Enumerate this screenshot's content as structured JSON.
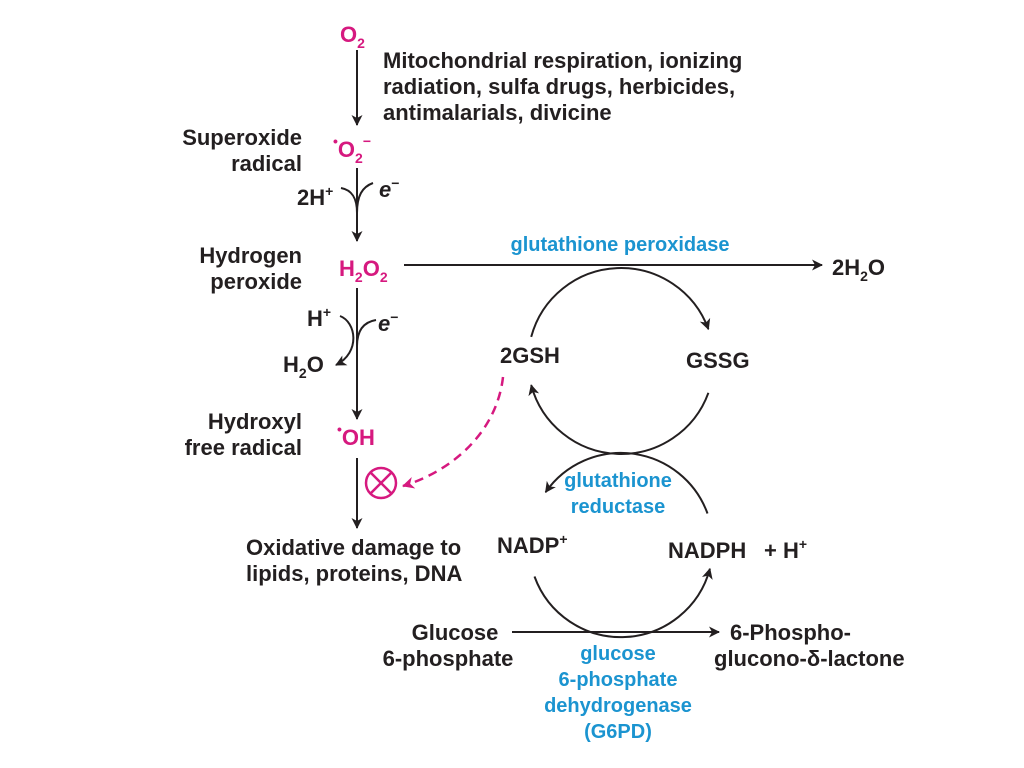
{
  "colors": {
    "species": "#d6197f",
    "enzyme": "#1b94d0",
    "text": "#231f20"
  },
  "icons": {
    "inhibition": "circled-x-icon"
  },
  "oxygen": {
    "base": "O",
    "sub": "2"
  },
  "sources": [
    "Mitochondrial respiration, ionizing",
    "radiation, sulfa drugs, herbicides,",
    "antimalarials, divicine"
  ],
  "superoxide": {
    "name": [
      "Superoxide",
      "radical"
    ],
    "dot": "•",
    "base": "O",
    "sub": "2",
    "sup": "−"
  },
  "step1": {
    "protons": {
      "base": "2H",
      "sup": "+"
    },
    "electron": {
      "base": "e",
      "sup": "−"
    }
  },
  "hydrogen_peroxide": {
    "name": [
      "Hydrogen",
      "peroxide"
    ],
    "h": "H",
    "sub1": "2",
    "o": "O",
    "sub2": "2"
  },
  "step2": {
    "proton": {
      "base": "H",
      "sup": "+"
    },
    "electron": {
      "base": "e",
      "sup": "−"
    },
    "water": {
      "h": "H",
      "sub": "2",
      "o": "O"
    }
  },
  "hydroxyl": {
    "name": [
      "Hydroxyl",
      "free radical"
    ],
    "dot": "•",
    "base": "OH"
  },
  "damage": [
    "Oxidative damage to",
    "lipids, proteins, DNA"
  ],
  "peroxidase_reaction": {
    "enzyme": "glutathione peroxidase",
    "product": {
      "pre": "2H",
      "sub": "2",
      "post": "O"
    }
  },
  "glutathione": {
    "reduced": "2GSH",
    "oxidized": "GSSG"
  },
  "reductase": {
    "enzyme": [
      "glutathione",
      "reductase"
    ],
    "nadp": {
      "base": "NADP",
      "sup": "+"
    },
    "nadph": "NADPH",
    "proton": {
      "base": "+ H",
      "sup": "+"
    }
  },
  "g6pd_reaction": {
    "substrate": [
      "Glucose",
      "6-phosphate"
    ],
    "product": [
      "6-Phospho-",
      "glucono-δ-lactone"
    ],
    "enzyme": [
      "glucose",
      "6-phosphate",
      "dehydrogenase",
      "(G6PD)"
    ]
  }
}
